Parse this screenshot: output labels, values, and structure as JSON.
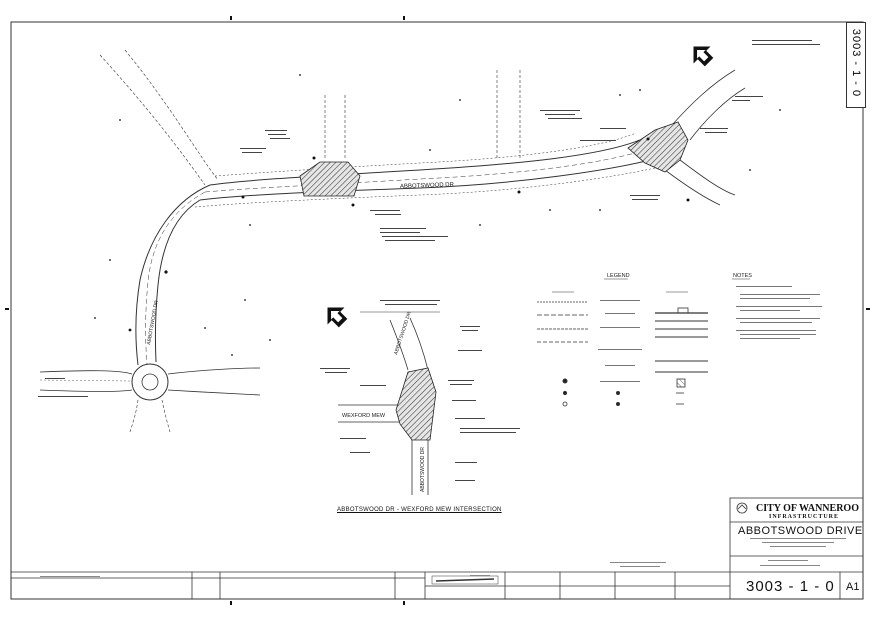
{
  "sheet": {
    "side_number": "3003 - 1 - 0",
    "drawing_number": "3003 - 1 - 0",
    "sheet_size": "A1"
  },
  "title_block": {
    "council_name": "CITY OF WANNEROO",
    "council_department": "INFRASTRUCTURE",
    "project_title": "ABBOTSWOOD DRIVE"
  },
  "plan": {
    "main_road_label": "ABBOTSWOOD DR",
    "roundabout_road_label": "ABBOTSWOOD DR",
    "detail_road_north_label": "ABBOTSWOOD DR",
    "detail_road_south_label": "ABBOTSWOOD DR",
    "detail_side_road_label": "WEXFORD MEW",
    "detail_title": "ABBOTSWOOD DR - WEXFORD MEW INTERSECTION"
  },
  "legend": {
    "title": "LEGEND",
    "notes_title": "NOTES"
  },
  "colors": {
    "line": "#333333",
    "hatch": "#555555",
    "paper": "#ffffff"
  },
  "icons": [
    "north-arrow-icon",
    "council-logo-icon"
  ]
}
